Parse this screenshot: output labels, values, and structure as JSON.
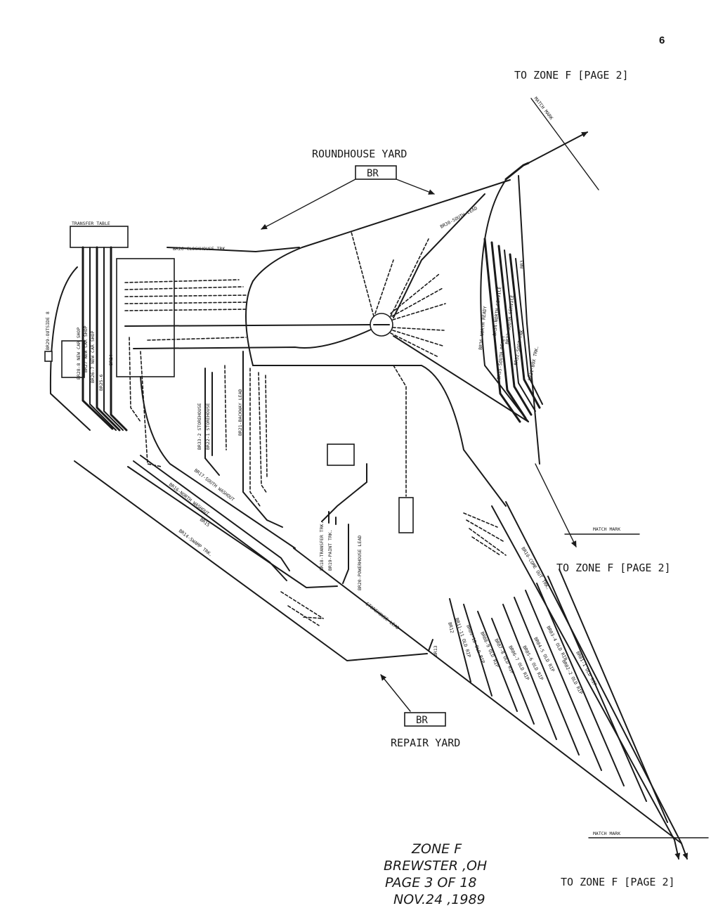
{
  "page_number": "6",
  "yards": {
    "roundhouse": "ROUNDHOUSE YARD",
    "repair": "REPAIR YARD",
    "code_top": "BR",
    "code_bottom": "BR"
  },
  "transfer_table": "TRANSFER TABLE",
  "connections": {
    "top": "TO ZONE F [PAGE 2]",
    "middle": "TO ZONE F [PAGE 2]",
    "bottom": "TO ZONE F [PAGE 2]"
  },
  "match_marks": [
    "MATCH MARK",
    "MATCH MARK",
    "MATCH MARK"
  ],
  "tracks": {
    "br26": "BR26-CLOCKHOUSE TRK.",
    "br29": "BR29-OUTSIDE 8",
    "br28": "BR28-8 NEW CAR SHOP",
    "br27": "BR27 NEW CAR SHOP",
    "br26_7": "BR26-7 NEW CAR SHOP",
    "br25": "BR25-6",
    "br24": "BR24",
    "br30": "BR30-SOUTH LEAD",
    "br33": "BR33-2 STOREHOUSE",
    "br22": "BR22-1 STOREHOUSE",
    "br21": "BR21-BACKWAY LEAD",
    "br17": "BR17-SOUTH WASHOUT",
    "br16": "BR16-NORTH WASHOUT",
    "br15": "BR15",
    "br14": "BR14-SWAMP TRK.",
    "br18": "BR18-TRANSFER TRK.",
    "br19": "BR19-PAINT TRK.",
    "br20": "BR20-POWERHOUSE LEAD",
    "storehouse_lead": "STOREHOUSE LEAD",
    "br13": "BR13",
    "br36": "BR36-NORTH READY",
    "br35": "BR35-SOUTH READY",
    "br34": "BR34-NORTH SERVICE",
    "br33s": "BR33-SOUTH SERVICE",
    "br32": "BR32-SOOT TRK.",
    "br31": "BR31-BOX TRK.",
    "br3": "BR3",
    "br10": "BR10-COME OUT TRK.",
    "br12": "BR12",
    "br11": "BR11-11 OLD RIP",
    "br9": "BR09-10 OLD RIP",
    "br8": "BR08-9 OLD RIP",
    "br7": "BR07-8 OLD RIP",
    "br6": "BR06-7 OLD RIP",
    "br5": "BR05-6 OLD RIP",
    "br4": "BR04-5 OLD RIP",
    "br3r": "BR03-4 OLD RIP",
    "br2": "BR02-2 OLD RIP",
    "br1": "BR01-1 OLD RIP"
  },
  "title_block": {
    "zone": "ZONE F",
    "location": "BREWSTER ,OH",
    "page": "PAGE 3 OF 18",
    "date": "NOV.24 ,1989"
  }
}
